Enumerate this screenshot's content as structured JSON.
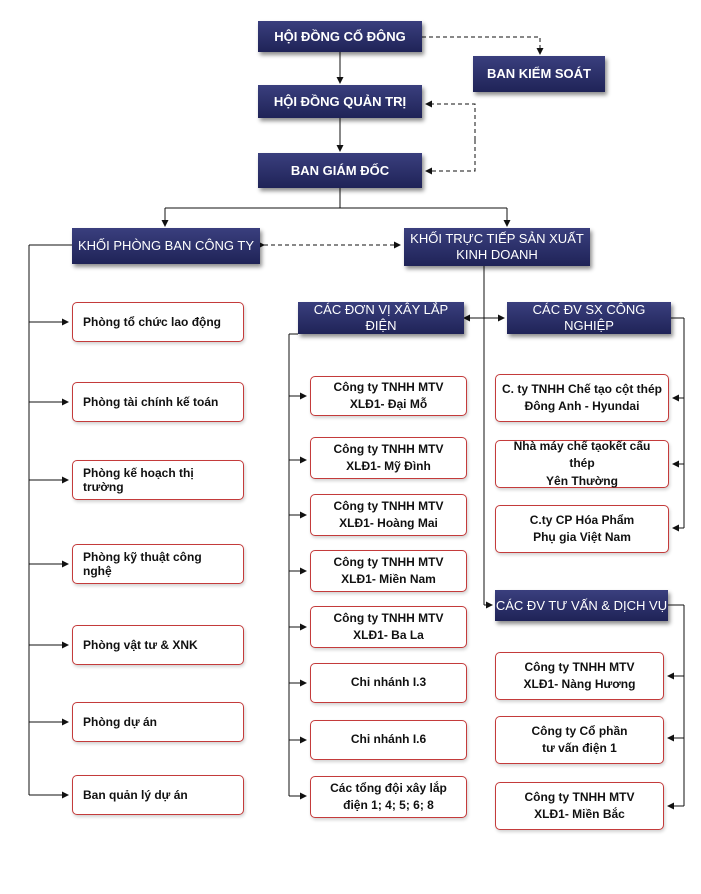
{
  "top": {
    "shareholders": "HỘI ĐỒNG CỔ ĐÔNG",
    "supervisory": "BAN KIỂM SOÁT",
    "board": "HỘI ĐỒNG QUẢN TRỊ",
    "directors": "BAN GIÁM ĐỐC"
  },
  "blocks": {
    "office": "KHỐI PHÒNG BAN CÔNG TY",
    "production": "KHỐI TRỰC TIẾP SẢN XUẤT\nKINH DOANH",
    "construction": "CÁC ĐƠN VỊ XÂY LẮP ĐIỆN",
    "industrial": "CÁC ĐV SX CÔNG NGHIỆP",
    "consulting": "CÁC ĐV TƯ VẤN & DỊCH VỤ"
  },
  "departments": [
    "Phòng tổ chức lao động",
    "Phòng tài chính kế toán",
    "Phòng kế hoạch thị trường",
    "Phòng kỹ thuật công nghệ",
    "Phòng vật tư & XNK",
    "Phòng dự án",
    "Ban quản lý dự án"
  ],
  "construction_units": [
    "Công ty TNHH MTV\nXLĐ1- Đại Mỗ",
    "Công ty TNHH MTV\nXLĐ1- Mỹ Đình",
    "Công ty TNHH MTV\nXLĐ1- Hoàng Mai",
    "Công ty TNHH MTV\nXLĐ1- Miền Nam",
    "Công ty TNHH MTV\nXLĐ1- Ba La",
    "Chi nhánh I.3",
    "Chi nhánh I.6",
    "Các tổng đội xây lắp\nđiện 1; 4; 5; 6; 8"
  ],
  "industrial_units": [
    "C. ty TNHH Chế tạo cột thép\nĐông Anh - Hyundai",
    "Nhà máy chế tạokết cấu thép\nYên Thường",
    "C.ty CP Hóa Phẩm\nPhụ gia Việt Nam"
  ],
  "consulting_units": [
    "Công ty TNHH MTV\nXLĐ1- Nàng Hương",
    "Công ty Cổ phần\ntư vấn điện 1",
    "Công ty TNHH MTV\nXLĐ1- Miền Bắc"
  ],
  "colors": {
    "navy": "#2a2e6b",
    "box_border": "#c43b3b",
    "line": "#111111"
  }
}
